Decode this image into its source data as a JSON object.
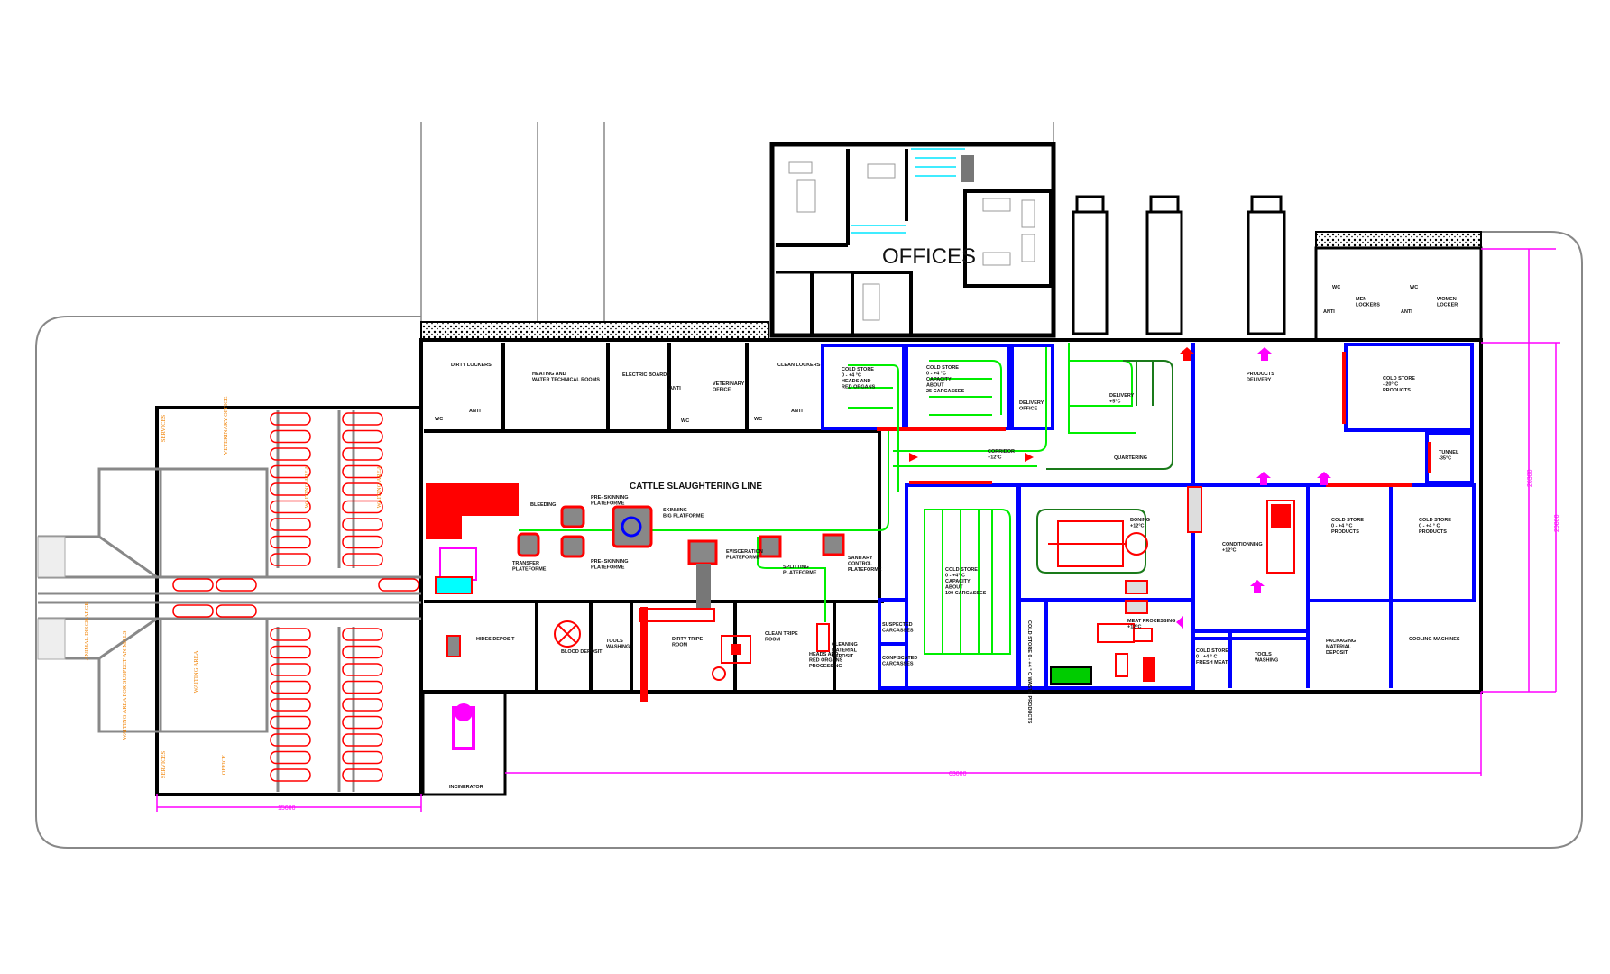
{
  "drawing": {
    "offices_label": "OFFICES",
    "line_title": "CATTLE SLAUGHTERING LINE",
    "colors": {
      "wall": "#000000",
      "cold_wall": "#0000ff",
      "equipment": "#ff0000",
      "rail": "#00ee00",
      "rail_dark": "#1a7a1a",
      "door": "#00bfff",
      "dimension": "#ff00ff",
      "lairage_text": "#f08000",
      "site": "#888888"
    }
  },
  "rooms": [
    {
      "id": "dirty-lockers",
      "lines": [
        "DIRTY LOCKERS"
      ]
    },
    {
      "id": "heating-water",
      "lines": [
        "HEATING AND",
        "WATER TECHNICAL ROOMS"
      ]
    },
    {
      "id": "electric-boards",
      "lines": [
        "ELECTRIC BOARDS"
      ]
    },
    {
      "id": "anti-1",
      "lines": [
        "ANTI"
      ]
    },
    {
      "id": "anti-2",
      "lines": [
        "ANTI"
      ]
    },
    {
      "id": "anti-3",
      "lines": [
        "ANTI"
      ]
    },
    {
      "id": "wc-1",
      "lines": [
        "WC"
      ]
    },
    {
      "id": "wc-2",
      "lines": [
        "WC"
      ]
    },
    {
      "id": "wc-3",
      "lines": [
        "WC"
      ]
    },
    {
      "id": "veterinary-office",
      "lines": [
        "VETERINARY",
        "OFFICE"
      ]
    },
    {
      "id": "clean-lockers",
      "lines": [
        "CLEAN LOCKERS"
      ]
    },
    {
      "id": "cold-store-heads",
      "lines": [
        "COLD STORE",
        "0 - +4 °C",
        "HEADS AND",
        "RED ORGANS"
      ]
    },
    {
      "id": "cold-store-25",
      "lines": [
        "COLD STORE",
        "0 - +4 °C",
        "CAPACITY",
        "ABOUT",
        "25 CARCASSES"
      ]
    },
    {
      "id": "delivery-office",
      "lines": [
        "DELIVERY",
        "OFFICE"
      ]
    },
    {
      "id": "delivery",
      "lines": [
        "DELIVERY",
        "+5°C"
      ]
    },
    {
      "id": "corridor",
      "lines": [
        "CORRIDOR",
        "+12°C"
      ]
    },
    {
      "id": "quartering",
      "lines": [
        "QUARTERING"
      ]
    },
    {
      "id": "products-delivery",
      "lines": [
        "PRODUCTS",
        "DELIVERY"
      ]
    },
    {
      "id": "cold-store-minus20",
      "lines": [
        "COLD STORE",
        "- 20° C",
        "PRODUCTS"
      ]
    },
    {
      "id": "tunnel",
      "lines": [
        "TUNNEL",
        "-35°C"
      ]
    },
    {
      "id": "cold-store-products-1",
      "lines": [
        "COLD STORE",
        "0 - +4 ° C",
        "PRODUCTS"
      ]
    },
    {
      "id": "cold-store-products-2",
      "lines": [
        "COLD STORE",
        "0 - +4 ° C",
        "PRODUCTS"
      ]
    },
    {
      "id": "bleeding",
      "lines": [
        "BLEEDING"
      ]
    },
    {
      "id": "pre-skinning-1",
      "lines": [
        "PRE- SKINNING",
        "PLATEFORME"
      ]
    },
    {
      "id": "pre-skinning-2",
      "lines": [
        "PRE- SKINNING",
        "PLATEFORME"
      ]
    },
    {
      "id": "skinning-big",
      "lines": [
        "SKINNING",
        "BIG PLATFORME"
      ]
    },
    {
      "id": "transfer",
      "lines": [
        "TRANSFER",
        "PLATEFORME"
      ]
    },
    {
      "id": "evisceration",
      "lines": [
        "EVISCERATION",
        "PLATEFORME"
      ]
    },
    {
      "id": "splitting",
      "lines": [
        "SPLITTING",
        "PLATEFORME"
      ]
    },
    {
      "id": "sanitary-control",
      "lines": [
        "SANITARY",
        "CONTROL",
        "PLATEFORME"
      ]
    },
    {
      "id": "hides-deposit",
      "lines": [
        "HIDES DEPOSIT"
      ]
    },
    {
      "id": "blood-deposit",
      "lines": [
        "BLOOD DEPOSIT"
      ]
    },
    {
      "id": "tools-washing-1",
      "lines": [
        "TOOLS",
        "WASHING"
      ]
    },
    {
      "id": "dirty-tripe",
      "lines": [
        "DIRTY TRIPE",
        "ROOM"
      ]
    },
    {
      "id": "clean-tripe",
      "lines": [
        "CLEAN TRIPE",
        "ROOM"
      ]
    },
    {
      "id": "heads-processing",
      "lines": [
        "HEADS AND",
        "RED ORGANS",
        "PROCESSING"
      ]
    },
    {
      "id": "cleaning-material",
      "lines": [
        "CLEANING",
        "MATERIAL",
        "DEPOSIT"
      ]
    },
    {
      "id": "suspected-carcasses",
      "lines": [
        "SUSPECTED",
        "CARCASSES"
      ]
    },
    {
      "id": "confiscated-carcasses",
      "lines": [
        "CONFISCATED",
        "CARCASSES"
      ]
    },
    {
      "id": "cold-store-100",
      "lines": [
        "COLD STORE",
        "0 - +4° C",
        "CAPACITY",
        "ABOUT",
        "100 CARCASSES"
      ]
    },
    {
      "id": "boning",
      "lines": [
        "BONING",
        "+12°C"
      ]
    },
    {
      "id": "conditionning",
      "lines": [
        "CONDITIONNING",
        "+12°C"
      ]
    },
    {
      "id": "meat-processing",
      "lines": [
        "MEAT PROCESSING",
        "+12°C"
      ]
    },
    {
      "id": "cold-store-fresh",
      "lines": [
        "COLD STORE",
        "0 - +4 ° C",
        "FRESH MEAT"
      ]
    },
    {
      "id": "tools-washing-2",
      "lines": [
        "TOOLS",
        "WASHING"
      ]
    },
    {
      "id": "packaging",
      "lines": [
        "PACKAGING",
        "MATERIAL",
        "DEPOSIT"
      ]
    },
    {
      "id": "cooling-machines",
      "lines": [
        "COOLING MACHINES"
      ]
    },
    {
      "id": "men-lockers",
      "lines": [
        "MEN",
        "LOCKERS"
      ]
    },
    {
      "id": "women-locker",
      "lines": [
        "WOMEN",
        "LOCKER"
      ]
    },
    {
      "id": "wc-4",
      "lines": [
        "WC"
      ]
    },
    {
      "id": "wc-5",
      "lines": [
        "WC"
      ]
    },
    {
      "id": "anti-4",
      "lines": [
        "ANTI"
      ]
    },
    {
      "id": "anti-5",
      "lines": [
        "ANTI"
      ]
    },
    {
      "id": "incinerator",
      "lines": [
        "INCINERATOR"
      ]
    }
  ],
  "vertical_rooms": [
    {
      "id": "waste-products",
      "text": "COLD STORE 0 - +4 ° C WASTE PRODUCTS"
    }
  ],
  "lairage": [
    {
      "id": "services-top",
      "text": "SERVICES"
    },
    {
      "id": "veterinary-office-lairage",
      "text": "VETERINARY OFFICE"
    },
    {
      "id": "waiting-area-1",
      "text": "WAITING AREA"
    },
    {
      "id": "waiting-area-2",
      "text": "WAITING AREA"
    },
    {
      "id": "waiting-area-3",
      "text": "WAITING AREA"
    },
    {
      "id": "waiting-suspect",
      "text": "WAITING AREA FOR SUSPECT ANIMALS"
    },
    {
      "id": "animal-discharge",
      "text": "ANIMAL DISCHARGE"
    },
    {
      "id": "services-bottom",
      "text": "SERVICES"
    },
    {
      "id": "office-lairage",
      "text": "OFFICE"
    }
  ],
  "dimensions": [
    {
      "id": "lairage-width",
      "text": "15600"
    },
    {
      "id": "building-length",
      "text": "63000"
    },
    {
      "id": "overall-depth",
      "text": "26300"
    },
    {
      "id": "building-depth",
      "text": "20800"
    }
  ]
}
